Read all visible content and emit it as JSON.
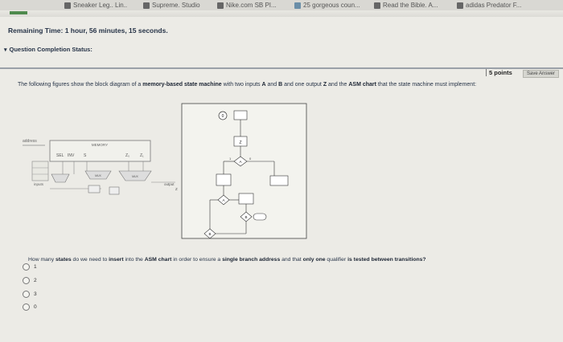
{
  "bookmarks": [
    {
      "label": "Sneaker Leg.. Lin.."
    },
    {
      "label": "Supreme. Studio"
    },
    {
      "label": "Nike.com SB PI..."
    },
    {
      "label": "25 gorgeous coun..."
    },
    {
      "label": "Read the Bible. A..."
    },
    {
      "label": "adidas Predator F..."
    }
  ],
  "timer": "Remaining Time: 1 hour, 56 minutes, 15 seconds.",
  "status_label": "Question Completion Status:",
  "points": "5 points",
  "save_answer": "Save Answer",
  "question": {
    "p1": "The following figures show the block diagram of a ",
    "b1": "memory-based state machine",
    "p2": " with two inputs ",
    "b2": "A",
    "p3": " and ",
    "b3": "B",
    "p4": " and one output ",
    "b4": "Z",
    "p5": " and the ",
    "b5": "ASM chart",
    "p6": " that the state machine must implement:"
  },
  "question2": {
    "p1": "How many ",
    "b1": "states",
    "p2": " do we need to ",
    "b2": "insert",
    "p3": " into the ",
    "b3": "ASM chart",
    "p4": " in order to ensure a ",
    "b4": "single branch address",
    "p5": " and that ",
    "b5": "only one",
    "p6": " qualifier ",
    "b6": "is tested between transitions?"
  },
  "options": [
    "1",
    "2",
    "3",
    "0"
  ],
  "diagram": {
    "address_label": "address",
    "memory_label": "MEMORY",
    "sel_label": "SEL",
    "inv_label": "INV",
    "s_label": "S",
    "z_label_1": "Z₀",
    "z_label_2": "Z₁",
    "mux_label": "MUX",
    "inputs_label": "inputs",
    "output_label": "output",
    "output_z": "Z"
  },
  "asm": {
    "state0": "0",
    "z_box": "Z",
    "a_diamond": "A",
    "b_diamond": "B",
    "one": "1",
    "zero": "0"
  }
}
